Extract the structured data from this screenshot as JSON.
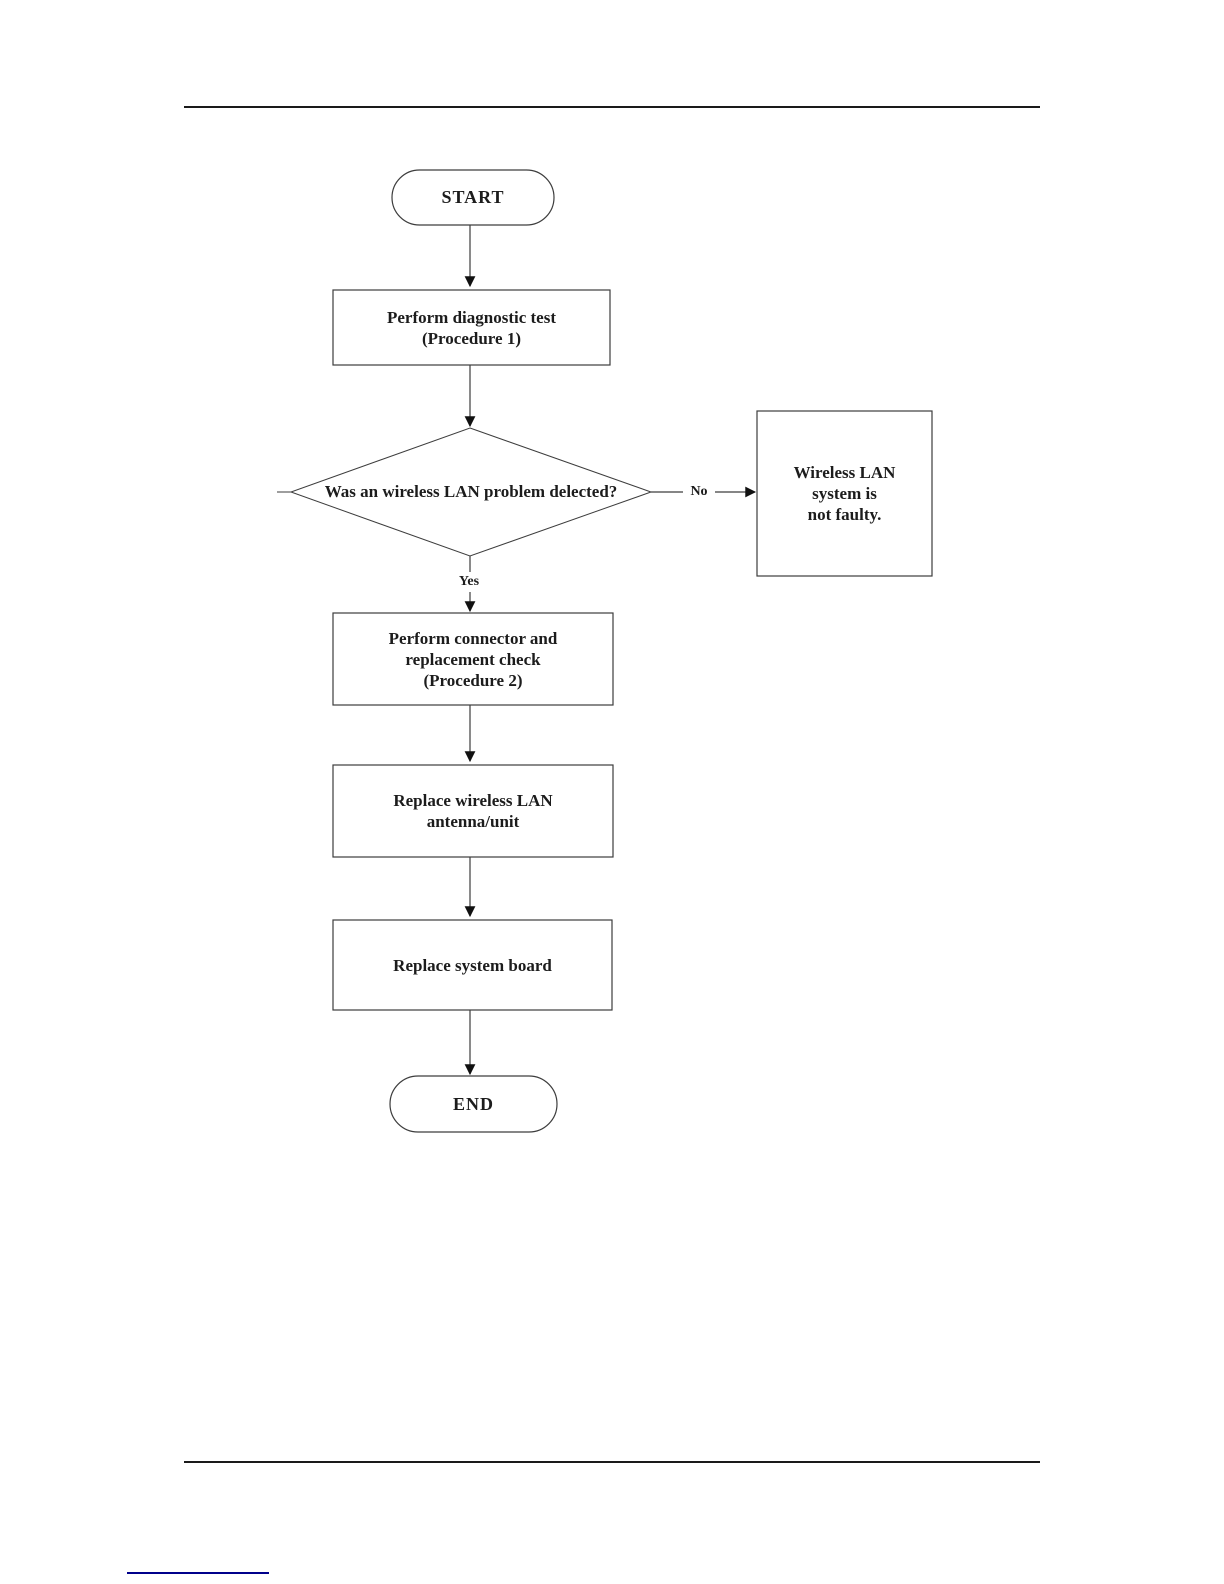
{
  "flowchart": {
    "start": "START",
    "step_diagnostic": "Perform diagnostic test\n(Procedure 1)",
    "decision": "Was an wireless LAN problem delected?",
    "yes_label": "Yes",
    "no_label": "No",
    "not_faulty": "Wireless LAN\nsystem is\nnot faulty.",
    "step_connector_check": "Perform connector and\nreplacement check\n(Procedure 2)",
    "step_replace_antenna": "Replace wireless LAN\nantenna/unit",
    "step_replace_board": "Replace system board",
    "end": "END"
  },
  "colors": {
    "flow_line": "#3d3d3d",
    "arrowhead": "#111111",
    "text": "#1c1c1c",
    "page_rule": "#1a1a1a",
    "link_underline": "#00008b"
  }
}
